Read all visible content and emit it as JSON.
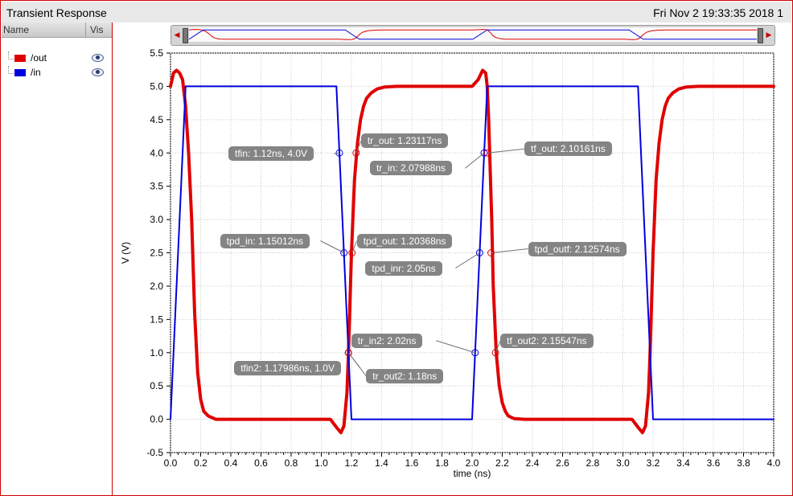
{
  "window": {
    "title": "Transient Response",
    "timestamp": "Fri Nov 2 19:33:35 2018  1"
  },
  "legend": {
    "name_header": "Name",
    "vis_header": "Vis",
    "items": [
      {
        "label": "/out",
        "color": "#e00000"
      },
      {
        "label": "/in",
        "color": "#0000dd"
      }
    ]
  },
  "chart_data": {
    "type": "line",
    "xlabel": "time (ns)",
    "ylabel": "V (V)",
    "xlim": [
      0.0,
      4.0
    ],
    "ylim": [
      -0.5,
      5.5
    ],
    "xticks": [
      "0.0",
      "0.2",
      "0.4",
      "0.6",
      "0.8",
      "1.0",
      "1.2",
      "1.4",
      "1.6",
      "1.8",
      "2.0",
      "2.2",
      "2.4",
      "2.6",
      "2.8",
      "3.0",
      "3.2",
      "3.4",
      "3.6",
      "3.8",
      "4.0"
    ],
    "yticks": [
      "-0.5",
      "0.0",
      "0.5",
      "1.0",
      "1.5",
      "2.0",
      "2.5",
      "3.0",
      "3.5",
      "4.0",
      "4.5",
      "5.0",
      "5.5"
    ],
    "grid": true,
    "legend_position": "left panel",
    "series": [
      {
        "name": "/out",
        "color": "#e00000",
        "x": [
          0.0,
          0.02,
          0.04,
          0.06,
          0.08,
          0.1,
          0.12,
          0.14,
          0.16,
          0.18,
          0.2,
          0.22,
          0.25,
          0.3,
          0.4,
          0.6,
          0.8,
          1.0,
          1.06,
          1.1,
          1.13,
          1.15,
          1.17,
          1.18,
          1.2,
          1.22,
          1.24,
          1.26,
          1.28,
          1.3,
          1.33,
          1.37,
          1.42,
          1.5,
          1.7,
          2.0,
          2.04,
          2.07,
          2.09,
          2.1,
          2.11,
          2.13,
          2.14,
          2.16,
          2.18,
          2.2,
          2.22,
          2.24,
          2.28,
          2.35,
          2.5,
          2.8,
          3.0,
          3.06,
          3.1,
          3.13,
          3.15,
          3.17,
          3.18,
          3.2,
          3.22,
          3.24,
          3.26,
          3.28,
          3.3,
          3.33,
          3.37,
          3.42,
          3.5,
          3.7,
          4.0
        ],
        "y": [
          5.0,
          5.2,
          5.24,
          5.2,
          5.1,
          4.7,
          4.0,
          3.0,
          1.6,
          0.7,
          0.3,
          0.12,
          0.05,
          0.0,
          0.0,
          0.0,
          0.0,
          0.0,
          0.0,
          -0.12,
          -0.2,
          -0.1,
          0.4,
          1.0,
          2.5,
          3.6,
          4.15,
          4.5,
          4.7,
          4.82,
          4.9,
          4.96,
          4.99,
          5.0,
          5.0,
          5.0,
          5.1,
          5.24,
          5.2,
          5.0,
          4.5,
          3.0,
          2.0,
          1.0,
          0.5,
          0.25,
          0.12,
          0.05,
          0.01,
          0.0,
          0.0,
          0.0,
          0.0,
          0.0,
          -0.12,
          -0.2,
          -0.1,
          0.4,
          1.0,
          2.5,
          3.6,
          4.15,
          4.5,
          4.7,
          4.82,
          4.9,
          4.96,
          4.99,
          5.0,
          5.0,
          5.0
        ]
      },
      {
        "name": "/in",
        "color": "#0000dd",
        "x": [
          0.0,
          0.1,
          1.1,
          1.2,
          2.0,
          2.1,
          3.1,
          3.2,
          4.0
        ],
        "y": [
          0.0,
          5.0,
          5.0,
          0.0,
          0.0,
          5.0,
          5.0,
          0.0,
          0.0
        ]
      }
    ],
    "markers": [
      {
        "label": "tfin: 1.12ns, 4.0V",
        "x": 1.12,
        "y": 4.0,
        "series": "/in",
        "placement": "left"
      },
      {
        "label": "tr_out: 1.23117ns",
        "x": 1.23117,
        "y": 4.0,
        "series": "/out",
        "placement": "upper-right"
      },
      {
        "label": "tr_in: 2.07988ns",
        "x": 2.07988,
        "y": 4.0,
        "series": "/in",
        "placement": "lower-left"
      },
      {
        "label": "tf_out: 2.10161ns",
        "x": 2.10161,
        "y": 4.0,
        "series": "/out",
        "placement": "right"
      },
      {
        "label": "tpd_in: 1.15012ns",
        "x": 1.15012,
        "y": 2.5,
        "series": "/in",
        "placement": "upper-left"
      },
      {
        "label": "tpd_out: 1.20368ns",
        "x": 1.20368,
        "y": 2.5,
        "series": "/out",
        "placement": "upper-right"
      },
      {
        "label": "tpd_inr: 2.05ns",
        "x": 2.05,
        "y": 2.5,
        "series": "/in",
        "placement": "lower-left"
      },
      {
        "label": "tpd_outf: 2.12574ns",
        "x": 2.12574,
        "y": 2.5,
        "series": "/out",
        "placement": "right"
      },
      {
        "label": "tr_in2: 2.02ns",
        "x": 2.02,
        "y": 1.0,
        "series": "/in",
        "placement": "upper-left"
      },
      {
        "label": "tf_out2: 2.15547ns",
        "x": 2.15547,
        "y": 1.0,
        "series": "/out",
        "placement": "upper-right"
      },
      {
        "label": "tfin2: 1.17986ns, 1.0V",
        "x": 1.17986,
        "y": 1.0,
        "series": "/in",
        "placement": "lower-left"
      },
      {
        "label": "tr_out2: 1.18ns",
        "x": 1.18,
        "y": 1.0,
        "series": "/out",
        "placement": "lower-right"
      }
    ]
  }
}
